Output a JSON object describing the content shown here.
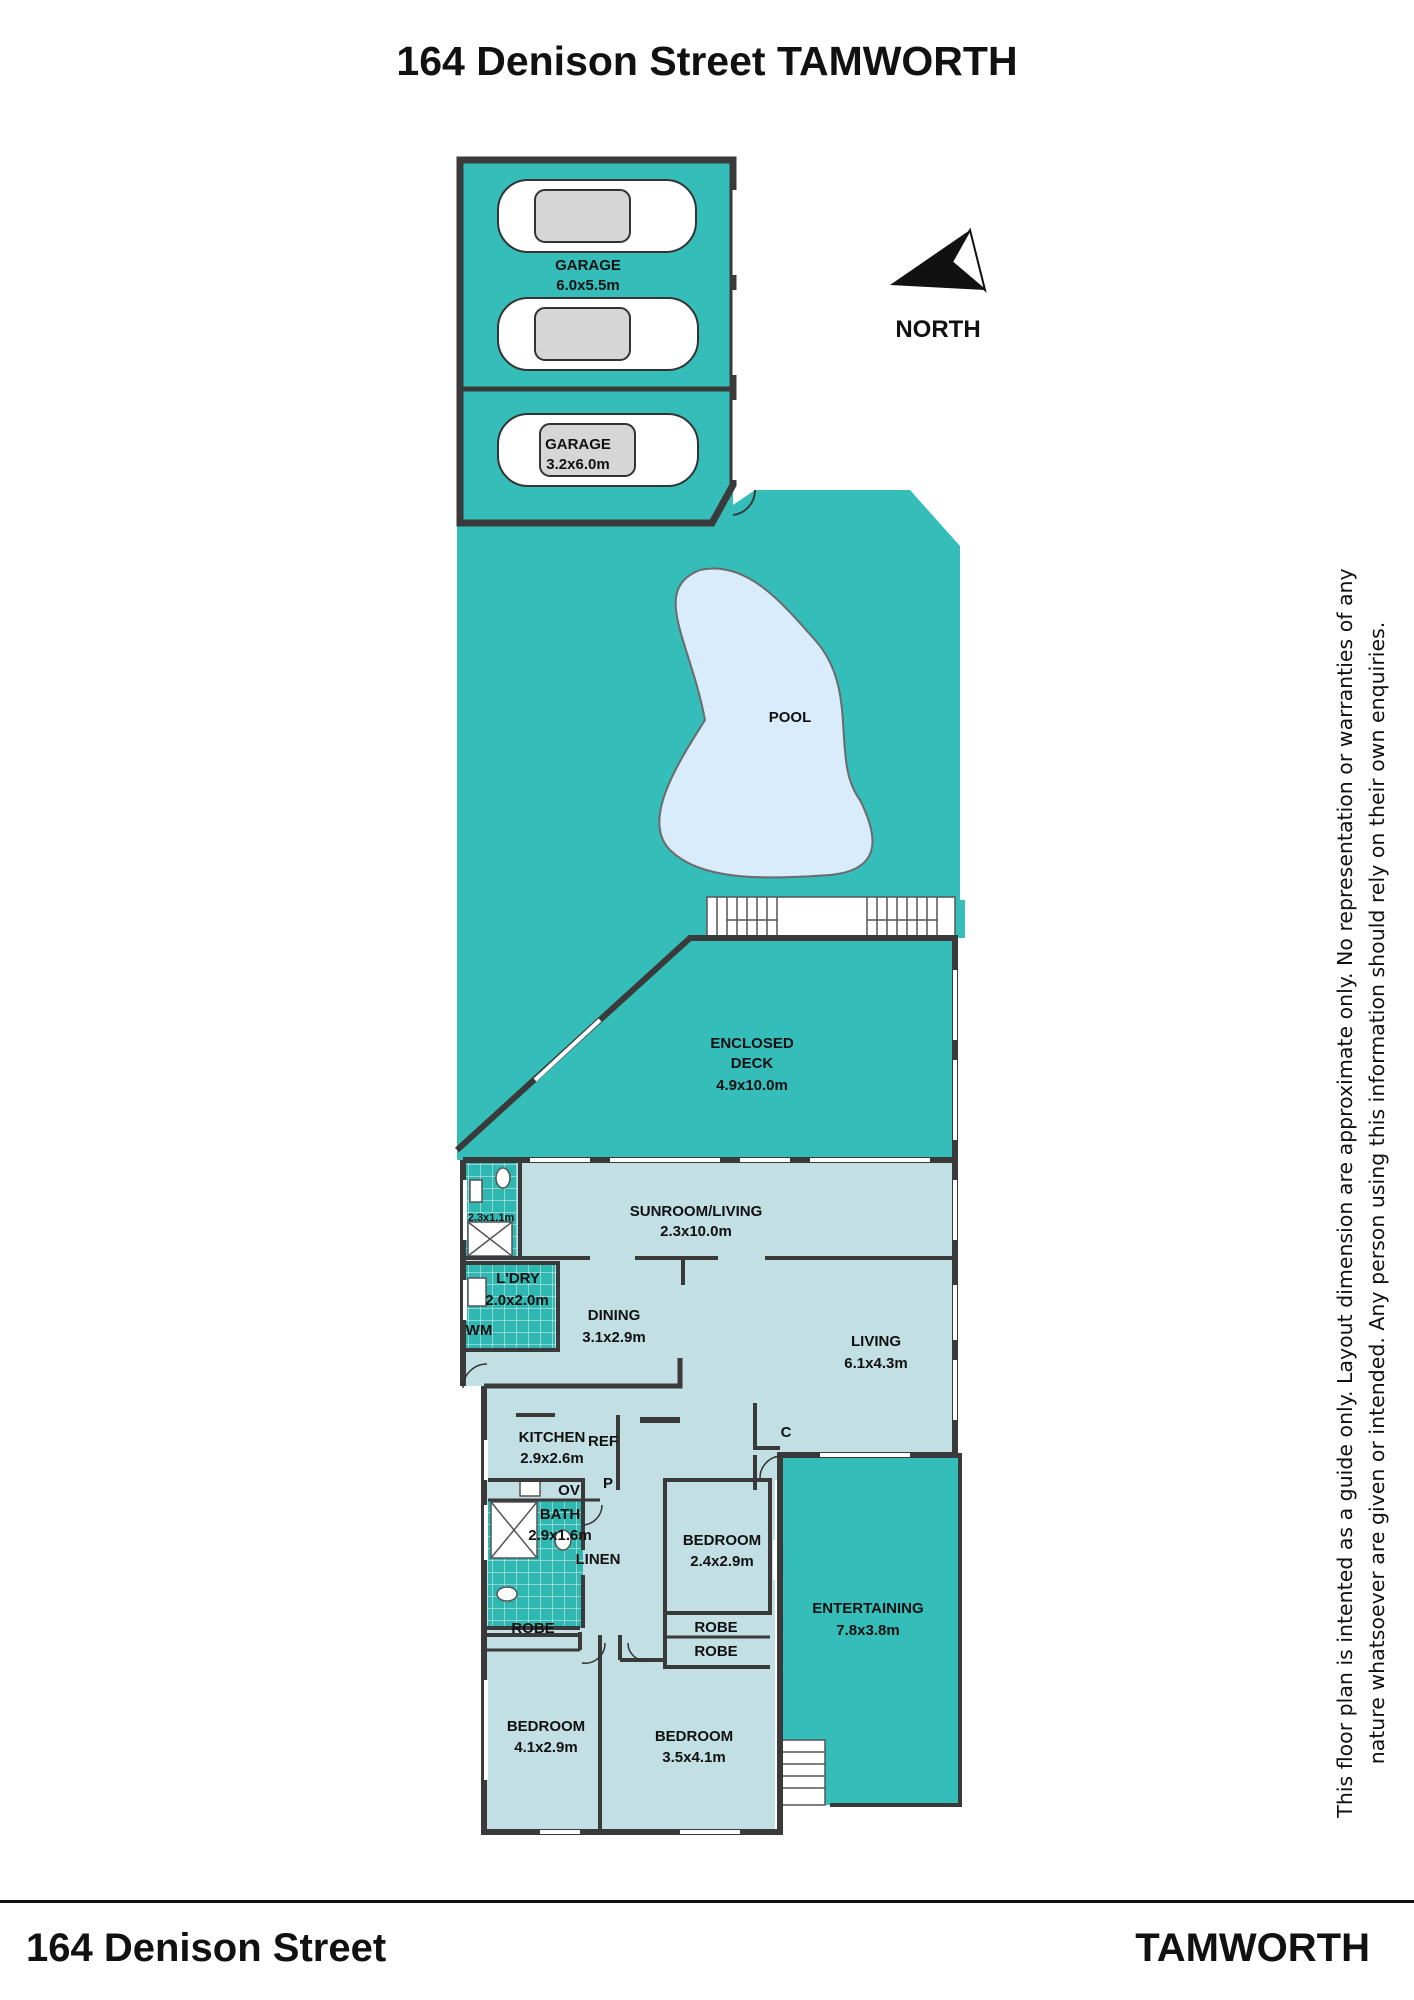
{
  "title": "164 Denison Street TAMWORTH",
  "north_label": "NORTH",
  "disclaimer": "This floor plan is intented as a guide only. Layout dimension are approximate only. No representation or warranties of any nature whatsoever are given or intended. Any person using this information should rely on their own enquiries.",
  "footer": {
    "address": "164 Denison Street",
    "suburb": "TAMWORTH"
  },
  "colors": {
    "exterior": "#35bdb9",
    "interior": "#c2dfe4",
    "pool": "#d8ecfb",
    "wall": "#3a3a3a",
    "wet_tile": "#2fb7b2"
  },
  "rooms": {
    "garage_main": {
      "name": "GARAGE",
      "size": "6.0x5.5m"
    },
    "garage_small": {
      "name": "GARAGE",
      "size": "3.2x6.0m"
    },
    "pool": {
      "name": "POOL"
    },
    "enclosed_deck": {
      "name_line1": "ENCLOSED",
      "name_line2": "DECK",
      "size": "4.9x10.0m"
    },
    "ensuite": {
      "size": "2.3x1.1m"
    },
    "sunroom": {
      "name": "SUNROOM/LIVING",
      "size": "2.3x10.0m"
    },
    "laundry": {
      "name": "L'DRY",
      "size": "2.0x2.0m",
      "wm": "WM"
    },
    "dining": {
      "name": "DINING",
      "size": "3.1x2.9m"
    },
    "living": {
      "name": "LIVING",
      "size": "6.1x4.3m"
    },
    "cupboard": {
      "name": "C"
    },
    "kitchen": {
      "name": "KITCHEN",
      "size": "2.9x2.6m",
      "ref": "REF",
      "oven": "OV",
      "pantry": "P"
    },
    "bath": {
      "name": "BATH",
      "size": "2.9x1.6m",
      "linen": "LINEN"
    },
    "bedroom_2": {
      "name": "BEDROOM",
      "size": "2.4x2.9m"
    },
    "entertaining": {
      "name": "ENTERTAINING",
      "size": "7.8x3.8m"
    },
    "robe_1": {
      "name": "ROBE"
    },
    "robe_2": {
      "name": "ROBE"
    },
    "robe_3": {
      "name": "ROBE"
    },
    "bedroom_1": {
      "name": "BEDROOM",
      "size": "4.1x2.9m"
    },
    "bedroom_3": {
      "name": "BEDROOM",
      "size": "3.5x4.1m"
    }
  }
}
